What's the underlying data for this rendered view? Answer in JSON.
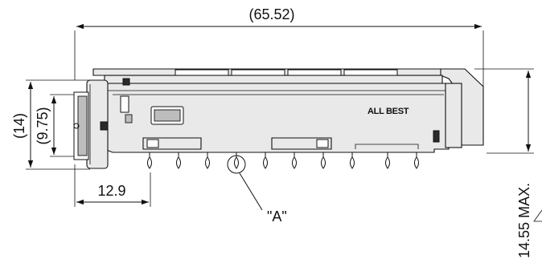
{
  "dimensions": {
    "overall_length": "(65.52)",
    "height_14": "(14)",
    "height_975": "(9.75)",
    "pitch_129": "12.9",
    "max_height": "14.55 MAX.",
    "detail_callout": "\"A\""
  },
  "body_marking": "ALL BEST"
}
